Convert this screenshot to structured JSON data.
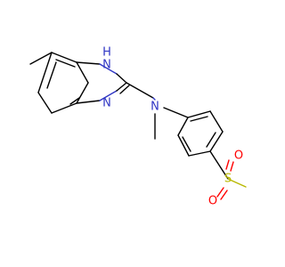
{
  "molecule": {
    "atom_labels": {
      "nh_h": "H",
      "nh_n": "N",
      "imine_n": "N",
      "amine_n": "N",
      "sulfur": "S",
      "oxygen_top": "O",
      "oxygen_bottom": "O"
    },
    "colors": {
      "carbon_bond": "#000000",
      "nitrogen": "#2f35c4",
      "oxygen": "#ff0000",
      "sulfur": "#b8b800"
    }
  }
}
